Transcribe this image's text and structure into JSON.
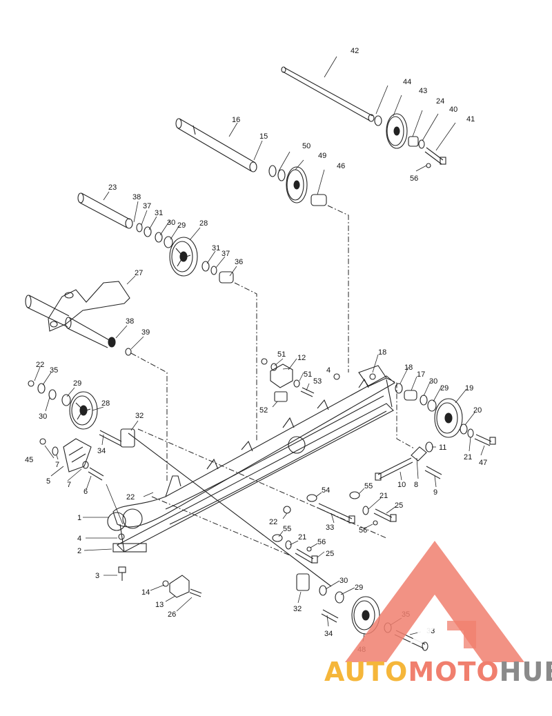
{
  "diagram": {
    "callouts": [
      "42",
      "44",
      "43",
      "24",
      "40",
      "41",
      "56",
      "16",
      "15",
      "50",
      "49",
      "46",
      "23",
      "38",
      "37",
      "31",
      "30",
      "29",
      "28",
      "31",
      "37",
      "36",
      "27",
      "38",
      "39",
      "22",
      "35",
      "29",
      "28",
      "32",
      "30",
      "45",
      "51",
      "12",
      "51",
      "53",
      "52",
      "18",
      "4",
      "18",
      "17",
      "30",
      "29",
      "19",
      "20",
      "21",
      "47",
      "11",
      "10",
      "8",
      "9",
      "45",
      "7",
      "5",
      "7",
      "6",
      "34",
      "1",
      "22",
      "4",
      "2",
      "3",
      "54",
      "55",
      "21",
      "25",
      "33",
      "56",
      "22",
      "55",
      "21",
      "56",
      "25",
      "14",
      "13",
      "26",
      "30",
      "29",
      "32",
      "34",
      "48",
      "35",
      "33"
    ]
  },
  "watermark": {
    "brand_auto": "AUTO",
    "brand_moto": "MOTO",
    "brand_hub": "HUB",
    "colors": {
      "auto": "#f5b63a",
      "moto": "#f07f6e",
      "hub": "#8a8a8a",
      "triangle": "#f07f6e"
    }
  }
}
